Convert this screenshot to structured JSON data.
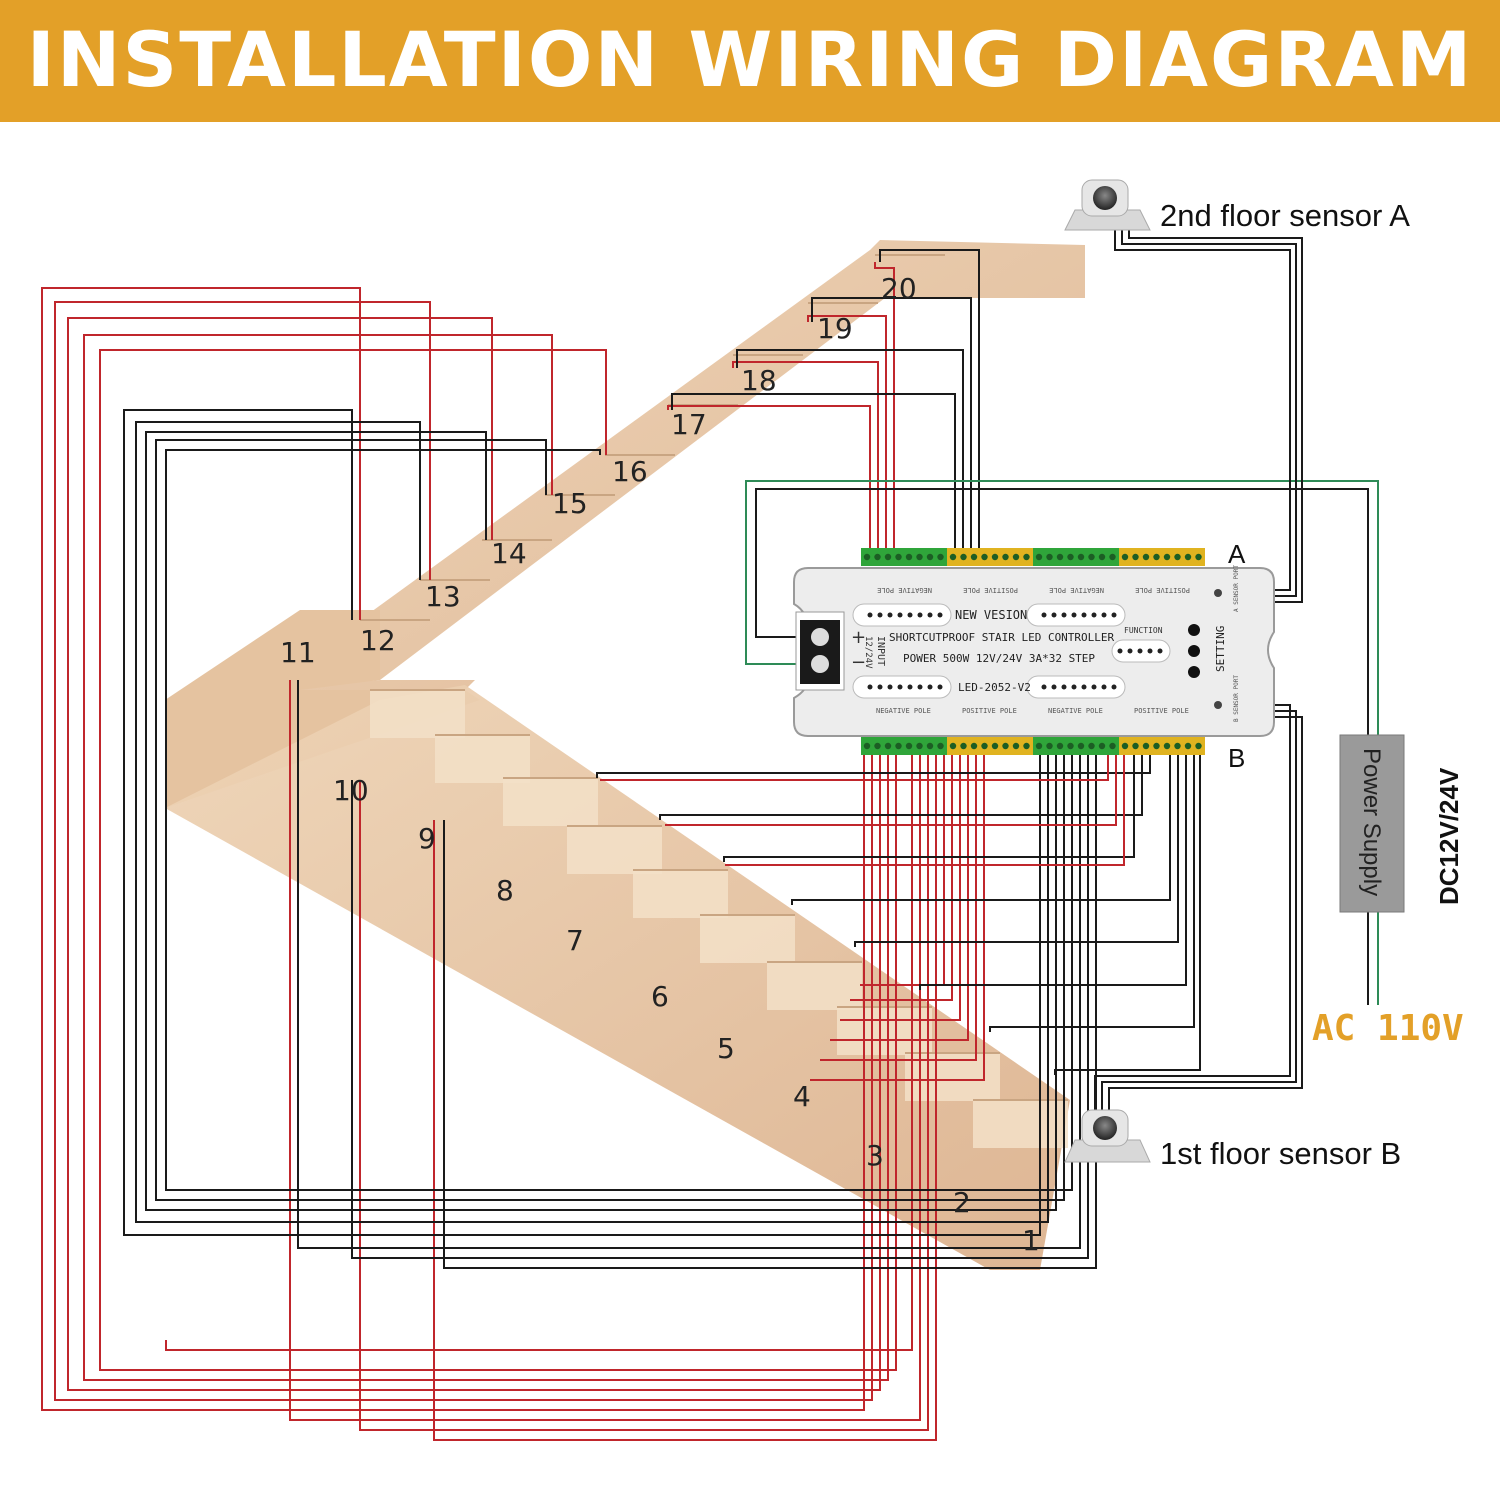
{
  "title": "INSTALLATION WIRING DIAGRAM",
  "sensors": {
    "top": "2nd floor sensor A",
    "bottom": "1st floor sensor B"
  },
  "controller": {
    "port_a": "A",
    "port_b": "B",
    "line1": "NEW VESION",
    "line2": "SHORTCUTPROOF STAIR LED CONTROLLER",
    "line3": "POWER 500W 12V/24V 3A*32 STEP",
    "line4": "LED-2052-V2",
    "function_label": "FUNCTION",
    "setting_label": "SETTING",
    "input_label": "INPUT",
    "input_voltage": "12/24V",
    "plus": "+",
    "minus": "−",
    "pole_labels": [
      "NEGATIVE POLE",
      "POSITIVE POLE",
      "NEGATIVE POLE",
      "POSITIVE POLE"
    ],
    "sensor_port_a": "A SENSOR PORT",
    "sensor_port_b": "B SENSOR PORT"
  },
  "power_supply": {
    "label": "Power Supply",
    "dc": "DC12V/24V",
    "ac": "AC 110V"
  },
  "steps": [
    "1",
    "2",
    "3",
    "4",
    "5",
    "6",
    "7",
    "8",
    "9",
    "10",
    "11",
    "12",
    "13",
    "14",
    "15",
    "16",
    "17",
    "18",
    "19",
    "20"
  ],
  "colors": {
    "banner": "#e3a028",
    "red_wire": "#c0262c",
    "black_wire": "#1a1a1a",
    "green_wire": "#2e8b57",
    "terminal_green": "#2fa53a",
    "terminal_yellow": "#e0b320",
    "stair": "#e8c9a8",
    "ac_label": "#e3a028"
  }
}
